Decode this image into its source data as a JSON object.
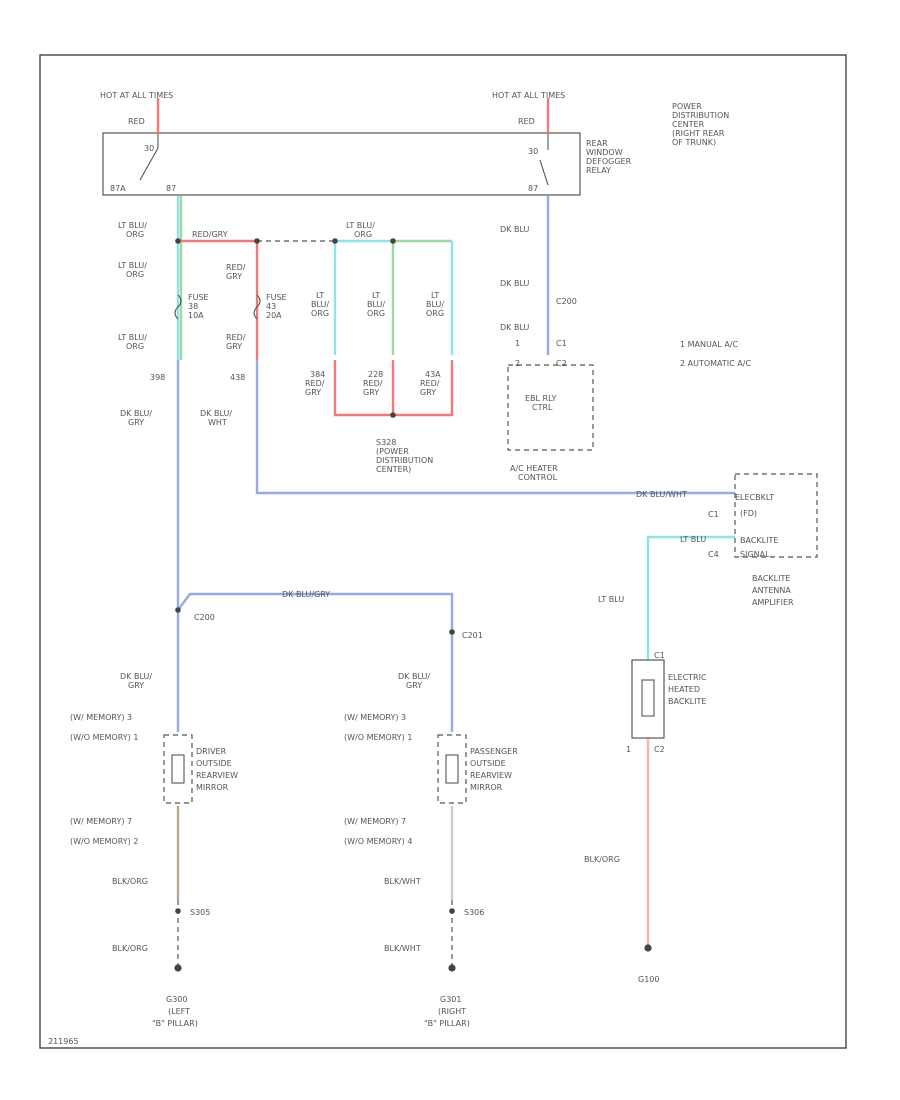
{
  "colors": {
    "red": "#f07a7a",
    "lt_blu": "#8fe3e8",
    "dk_blu": "#9aa8e6",
    "green": "#9fd6a6",
    "brown": "#b9a78a",
    "orange": "#f2b8a4",
    "black": "#444444",
    "gray": "#cccccc"
  },
  "labels": {
    "hot1": "HOT AT ALL TIMES",
    "hot2": "HOT AT ALL TIMES",
    "red1": "RED",
    "red2": "RED",
    "pdc_1": "POWER",
    "pdc_2": "DISTRIBUTION",
    "pdc_3": "CENTER",
    "pdc_4": "(RIGHT REAR",
    "pdc_5": "OF TRUNK)",
    "relay_1": "REAR",
    "relay_2": "WINDOW",
    "relay_3": "DEFOGGER",
    "relay_4": "RELAY",
    "pin30a": "30",
    "pin30b": "30",
    "pin87a": "87A",
    "pin87": "87",
    "pin87b": "87",
    "w_ltbluorg_1": "LT BLU/",
    "w_ltbluorg_1b": "ORG",
    "w_redgry_top": "RED/GRY",
    "w_ltbluorg_2": "LT BLU/",
    "w_ltbluorg_2b": "ORG",
    "w_ltbluorg_top": "LT BLU/",
    "w_ltbluorg_topb": "ORG",
    "w_dkblu_1": "DK BLU",
    "w_dkblu_2": "DK BLU",
    "c200a": "C200",
    "w_dkblu_3": "DK BLU",
    "c1_pin": "C1",
    "c1_num": "1",
    "c2_pin": "C2",
    "c2_num": "2",
    "w_ltbluorg_3": "LT BLU/",
    "w_ltbluorg_3b": "ORG",
    "fuse38_1": "FUSE",
    "fuse38_2": "38",
    "fuse38_3": "10A",
    "w_redgry_2": "RED/",
    "w_redgry_2b": "GRY",
    "fuse43_1": "FUSE",
    "fuse43_2": "43",
    "fuse43_3": "20A",
    "w_redgry_3": "RED/",
    "w_redgry_3b": "GRY",
    "s_ltblu_1": "LT",
    "s_ltblu_1b": "BLU/",
    "s_ltblu_1c": "ORG",
    "s_ltblu_2": "LT",
    "s_ltblu_2b": "BLU/",
    "s_ltblu_2c": "ORG",
    "s_ltblu_3": "LT",
    "s_ltblu_3b": "BLU/",
    "s_ltblu_3c": "ORG",
    "s_red_1": "384",
    "s_red_1b": "RED/",
    "s_red_1c": "GRY",
    "s_red_2": "228",
    "s_red_2b": "RED/",
    "s_red_2c": "GRY",
    "s_red_3": "43A",
    "s_red_3b": "RED/",
    "s_red_3c": "GRY",
    "n398": "398",
    "n438": "438",
    "w_dkblugry": "DK BLU/",
    "w_dkblugryb": "GRY",
    "w_dkbluwht": "DK BLU/",
    "w_dkbluwhtb": "WHT",
    "s328_1": "S328",
    "s328_2": "(POWER",
    "s328_3": "DISTRIBUTION",
    "s328_4": "CENTER)",
    "ebl_1": "EBL RLY",
    "ebl_2": "CTRL",
    "ach_1": "A/C HEATER",
    "ach_2": "CONTROL",
    "note1": "1   MANUAL A/C",
    "note2": "2   AUTOMATIC A/C",
    "w_dkbluwht_h": "DK BLU/WHT",
    "amp_1": "ELECBKLT",
    "amp_2": "(FD)",
    "amp_3": "BACKLITE",
    "amp_4": "SIGNAL",
    "amp_c1": "C1",
    "amp_c4": "C4",
    "w_ltblu_h": "LT BLU",
    "amp_l1": "BACKLITE",
    "amp_l2": "ANTENNA",
    "amp_l3": "AMPLIFIER",
    "w_dkblugry_h": "DK BLU/GRY",
    "c200b": "C200",
    "c201": "C201",
    "w_ltblu_v": "LT BLU",
    "w_dkblugry_d1": "DK BLU/",
    "w_dkblugry_d1b": "GRY",
    "w_dkblugry_d2": "DK BLU/",
    "w_dkblugry_d2b": "GRY",
    "mem1": "(W/ MEMORY)  3",
    "mem2": "(W/O MEMORY)  1",
    "mem3": "(W/ MEMORY)  3",
    "mem4": "(W/O MEMORY)  1",
    "dmir_1": "DRIVER",
    "dmir_2": "OUTSIDE",
    "dmir_3": "REARVIEW",
    "dmir_4": "MIRROR",
    "pmir_1": "PASSENGER",
    "pmir_2": "OUTSIDE",
    "pmir_3": "REARVIEW",
    "pmir_4": "MIRROR",
    "heat_c1": "C1",
    "heat_1": "ELECTRIC",
    "heat_2": "HEATED",
    "heat_3": "BACKLITE",
    "heat_c2": "C2",
    "heat_n1": "1",
    "mem5": "(W/ MEMORY)  7",
    "mem6": "(W/O MEMORY)  2",
    "mem7": "(W/ MEMORY)  7",
    "mem8": "(W/O MEMORY)  4",
    "w_blkorg_1": "BLK/ORG",
    "w_blkwht_1": "BLK/WHT",
    "w_blkorg_3": "BLK/ORG",
    "s305": "S305",
    "s306": "S306",
    "w_blkorg_2": "BLK/ORG",
    "w_blkwht_2": "BLK/WHT",
    "g100": "G100",
    "g300_1": "G300",
    "g300_2": "(LEFT",
    "g300_3": "\"B\" PILLAR)",
    "g301_1": "G301",
    "g301_2": "(RIGHT",
    "g301_3": "\"B\" PILLAR)",
    "figid": "211965"
  }
}
